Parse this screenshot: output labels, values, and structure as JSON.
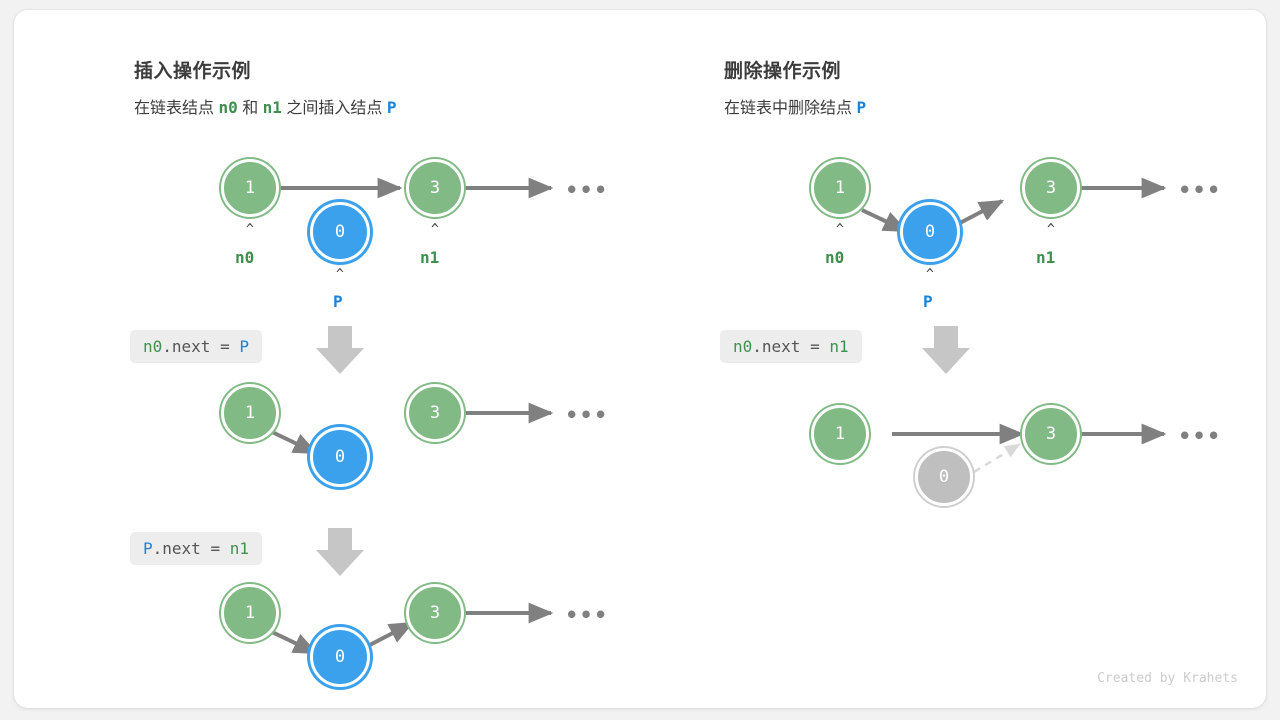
{
  "footer": "Created by Krahets",
  "colors": {
    "node_green": "#81ba84",
    "node_blue": "#3ba1ed",
    "node_gray": "#bfbfbf",
    "arrow": "#808080",
    "chip_bg": "#ededed",
    "text_green": "#3f8f4f",
    "text_blue": "#1b84d8"
  },
  "insert": {
    "title": "插入操作示例",
    "subtitle": {
      "part1": "在链表结点",
      "n0": "n0",
      "part2": "和",
      "n1": "n1",
      "part3": "之间插入结点",
      "p": "P"
    },
    "steps": [
      {
        "code": {
          "target": "n0",
          "middle": ".next = ",
          "value": "P"
        },
        "nodes": [
          {
            "value": "1",
            "label": "n0",
            "kind": "green"
          },
          {
            "value": "0",
            "label": "P",
            "kind": "blue"
          },
          {
            "value": "3",
            "label": "n1",
            "kind": "green"
          }
        ]
      },
      {
        "code": {
          "target": "P",
          "middle": ".next = ",
          "value": "n1"
        },
        "nodes": [
          {
            "value": "1",
            "kind": "green"
          },
          {
            "value": "0",
            "kind": "blue"
          },
          {
            "value": "3",
            "kind": "green"
          }
        ]
      },
      {
        "nodes": [
          {
            "value": "1",
            "kind": "green"
          },
          {
            "value": "0",
            "kind": "blue"
          },
          {
            "value": "3",
            "kind": "green"
          }
        ]
      }
    ]
  },
  "delete": {
    "title": "删除操作示例",
    "subtitle": {
      "part1": "在链表中删除结点",
      "p": "P"
    },
    "steps": [
      {
        "code": {
          "target": "n0",
          "middle": ".next = ",
          "value": "n1"
        },
        "nodes": [
          {
            "value": "1",
            "label": "n0",
            "kind": "green"
          },
          {
            "value": "0",
            "label": "P",
            "kind": "blue"
          },
          {
            "value": "3",
            "label": "n1",
            "kind": "green"
          }
        ]
      },
      {
        "nodes": [
          {
            "value": "1",
            "kind": "green"
          },
          {
            "value": "0",
            "kind": "gray"
          },
          {
            "value": "3",
            "kind": "green"
          }
        ]
      }
    ]
  },
  "caret": "^"
}
